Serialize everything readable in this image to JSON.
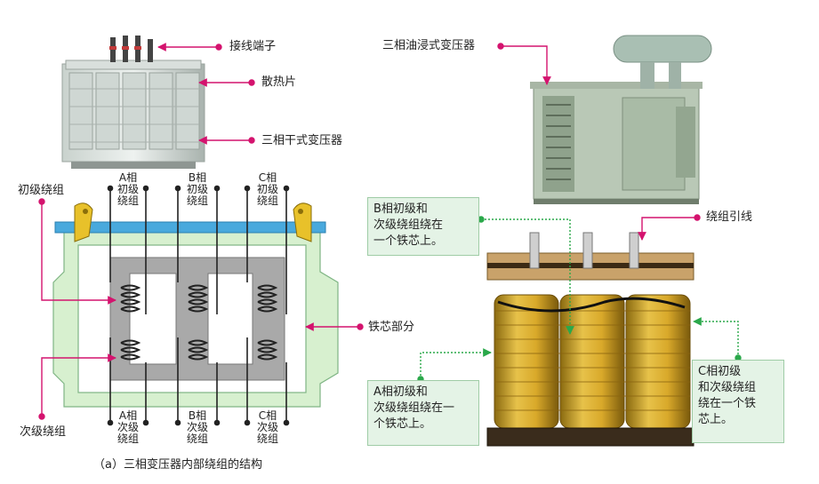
{
  "photo_labels": {
    "terminal": "接线端子",
    "radiator": "散热片",
    "dry_type": "三相干式变压器",
    "oil_type": "三相油浸式变压器"
  },
  "diagram": {
    "primary_winding": "初级绕组",
    "secondary_winding": "次级绕组",
    "core_part": "铁芯部分",
    "top_a": "A相\n初级\n绕组",
    "top_b": "B相\n初级\n绕组",
    "top_c": "C相\n初级\n绕组",
    "bot_a": "A相\n次级\n绕组",
    "bot_b": "B相\n次级\n绕组",
    "bot_c": "C相\n次级\n绕组",
    "caption": "（a）三相变压器内部绕组的结构"
  },
  "right_labels": {
    "b_box": "B相初级和\n次级绕组绕在\n一个铁芯上。",
    "lead": "绕组引线",
    "a_box": "A相初级和\n次级绕组绕在一\n个铁芯上。",
    "c_box": "C相初级\n和次级绕组\n绕在一个铁\n芯上。"
  },
  "colors": {
    "pointer": "#d4136e",
    "green_pointer": "#2aa84a",
    "frame": "#d7f0cf",
    "core": "#a9a9a9",
    "bar": "#49a9dd",
    "clamp": "#e8c12a"
  }
}
